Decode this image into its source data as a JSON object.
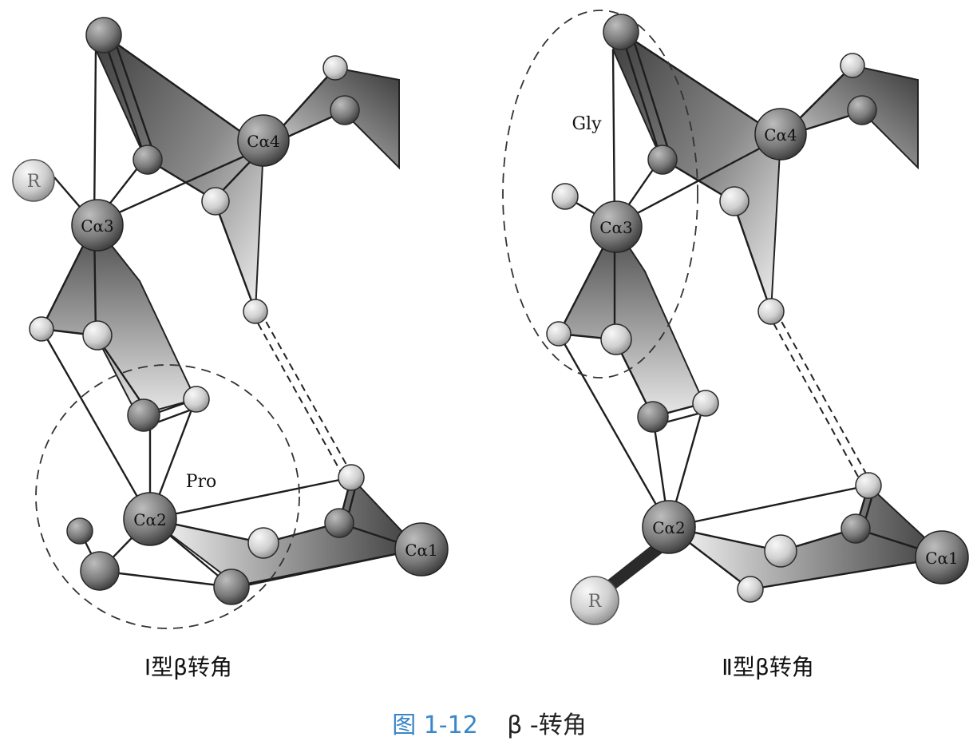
{
  "atoms": {
    "ca1": "Cα1",
    "ca2": "Cα2",
    "ca3": "Cα3",
    "ca4": "Cα4",
    "r": "R"
  },
  "residues": {
    "pro": "Pro",
    "gly": "Gly"
  },
  "panels": {
    "left_caption": "Ⅰ型β转角",
    "right_caption": "Ⅱ型β转角"
  },
  "figure": {
    "number": "图 1-12",
    "title": "β -转角"
  },
  "colors": {
    "caption_blue": "#3a86c8",
    "plane_dark": "#5a5a5a",
    "atom_dark": "#6e6e6e",
    "atom_light": "#d4d4d4"
  }
}
